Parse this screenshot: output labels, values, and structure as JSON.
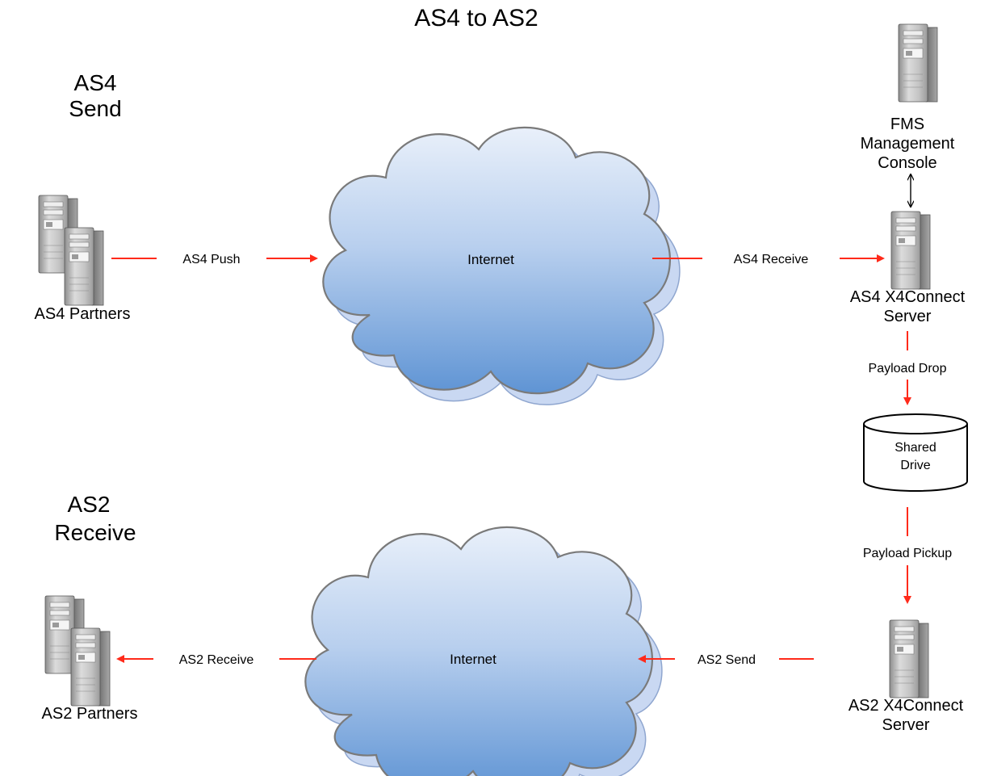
{
  "title": "AS4 to AS2",
  "sections": {
    "send": [
      "AS4",
      "Send"
    ],
    "receive": [
      "AS2",
      "Receive"
    ]
  },
  "nodes": {
    "as4_partners": "AS4 Partners",
    "as2_partners": "AS2 Partners",
    "fms_console": [
      "FMS",
      "Management",
      "Console"
    ],
    "as4_server": [
      "AS4 X4Connect",
      "Server"
    ],
    "as2_server": [
      "AS2 X4Connect",
      "Server"
    ],
    "shared_drive": [
      "Shared",
      "Drive"
    ],
    "cloud_top": "Internet",
    "cloud_bottom": "Internet"
  },
  "edges": {
    "as4_push": "AS4 Push",
    "as4_receive": "AS4 Receive",
    "payload_drop": "Payload Drop",
    "payload_pickup": "Payload Pickup",
    "as2_send": "AS2 Send",
    "as2_receive": "AS2 Receive"
  },
  "colors": {
    "arrow": "#ff2a1a",
    "cloud_fill_top": "#dde8f7",
    "cloud_fill_bottom": "#6d9ed8",
    "cloud_shadow": "#c3d3f0",
    "server_body": "#c9c9c9"
  }
}
